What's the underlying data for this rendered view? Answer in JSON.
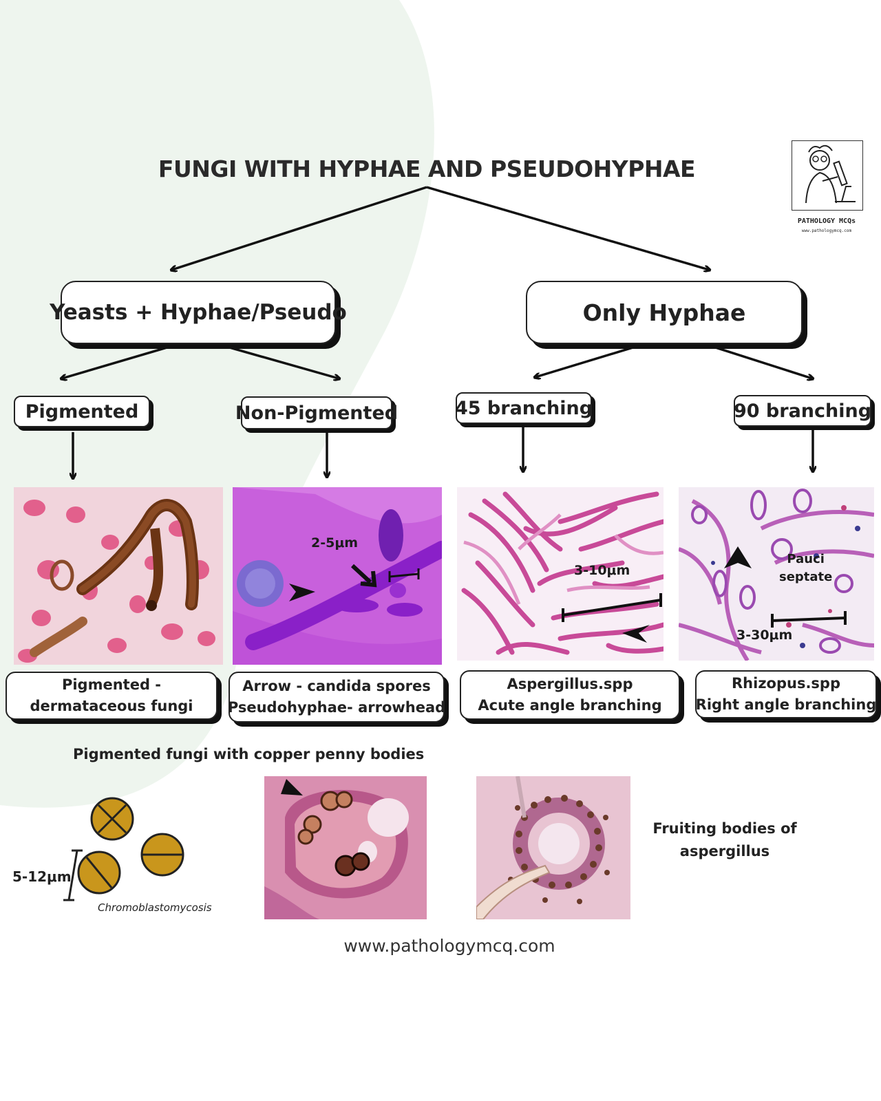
{
  "title": "FUNGI WITH HYPHAE AND PSEUDOHYPHAE",
  "logo": {
    "name": "PATHOLOGY MCQs",
    "url": "www.pathologymcq.com",
    "icon": "scientist-microscope-icon"
  },
  "categories": {
    "left": "Yeasts + Hyphae/Pseudo",
    "right": "Only Hyphae"
  },
  "subcategories": [
    "Pigmented",
    "Non-Pigmented",
    "45 branching",
    "90 branching"
  ],
  "panels": [
    {
      "caption_line1": "Pigmented -",
      "caption_line2": "dermataceous fungi"
    },
    {
      "caption_line1": "Arrow - candida spores",
      "caption_line2": "Pseudohyphae- arrowhead",
      "measure": "2-5μm"
    },
    {
      "caption_line1": "Aspergillus.spp",
      "caption_line2": "Acute angle branching",
      "measure": "3-10μm"
    },
    {
      "caption_line1": "Rhizopus.spp",
      "caption_line2": "Right angle branching",
      "measure": "3-30μm",
      "note_line1": "Pauci",
      "note_line2": "septate"
    }
  ],
  "bottom": {
    "heading": "Pigmented fungi with copper penny bodies",
    "size": "5-12μm",
    "disease": "Chromoblastomycosis",
    "fruiting_line1": "Fruiting bodies of",
    "fruiting_line2": "aspergillus"
  },
  "colors": {
    "blob": "#eef5ee",
    "penny": "#c9961c",
    "stain_pink": "#e8a0c8",
    "stain_purple": "#b23ad6"
  },
  "footer_url": "www.pathologymcq.com"
}
